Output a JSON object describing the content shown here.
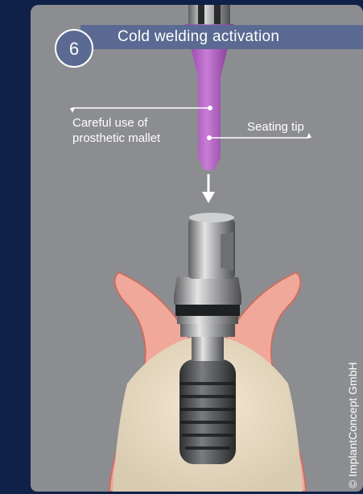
{
  "figure": {
    "step_number": "6",
    "title": "Cold welding activation",
    "label_mallet_line1": "Careful use of",
    "label_mallet_line2": "prosthetic mallet",
    "label_tip": "Seating tip",
    "copyright": "© ImplantConcept GmbH"
  },
  "colors": {
    "background": "#0f2146",
    "panel": "#8c8d91",
    "accent": "#5a6a92",
    "seating_tip": "#b35fc4",
    "gum": "#f0a89a",
    "bone": "#e8dcc4"
  },
  "icons": [
    "arrow-down-icon"
  ]
}
